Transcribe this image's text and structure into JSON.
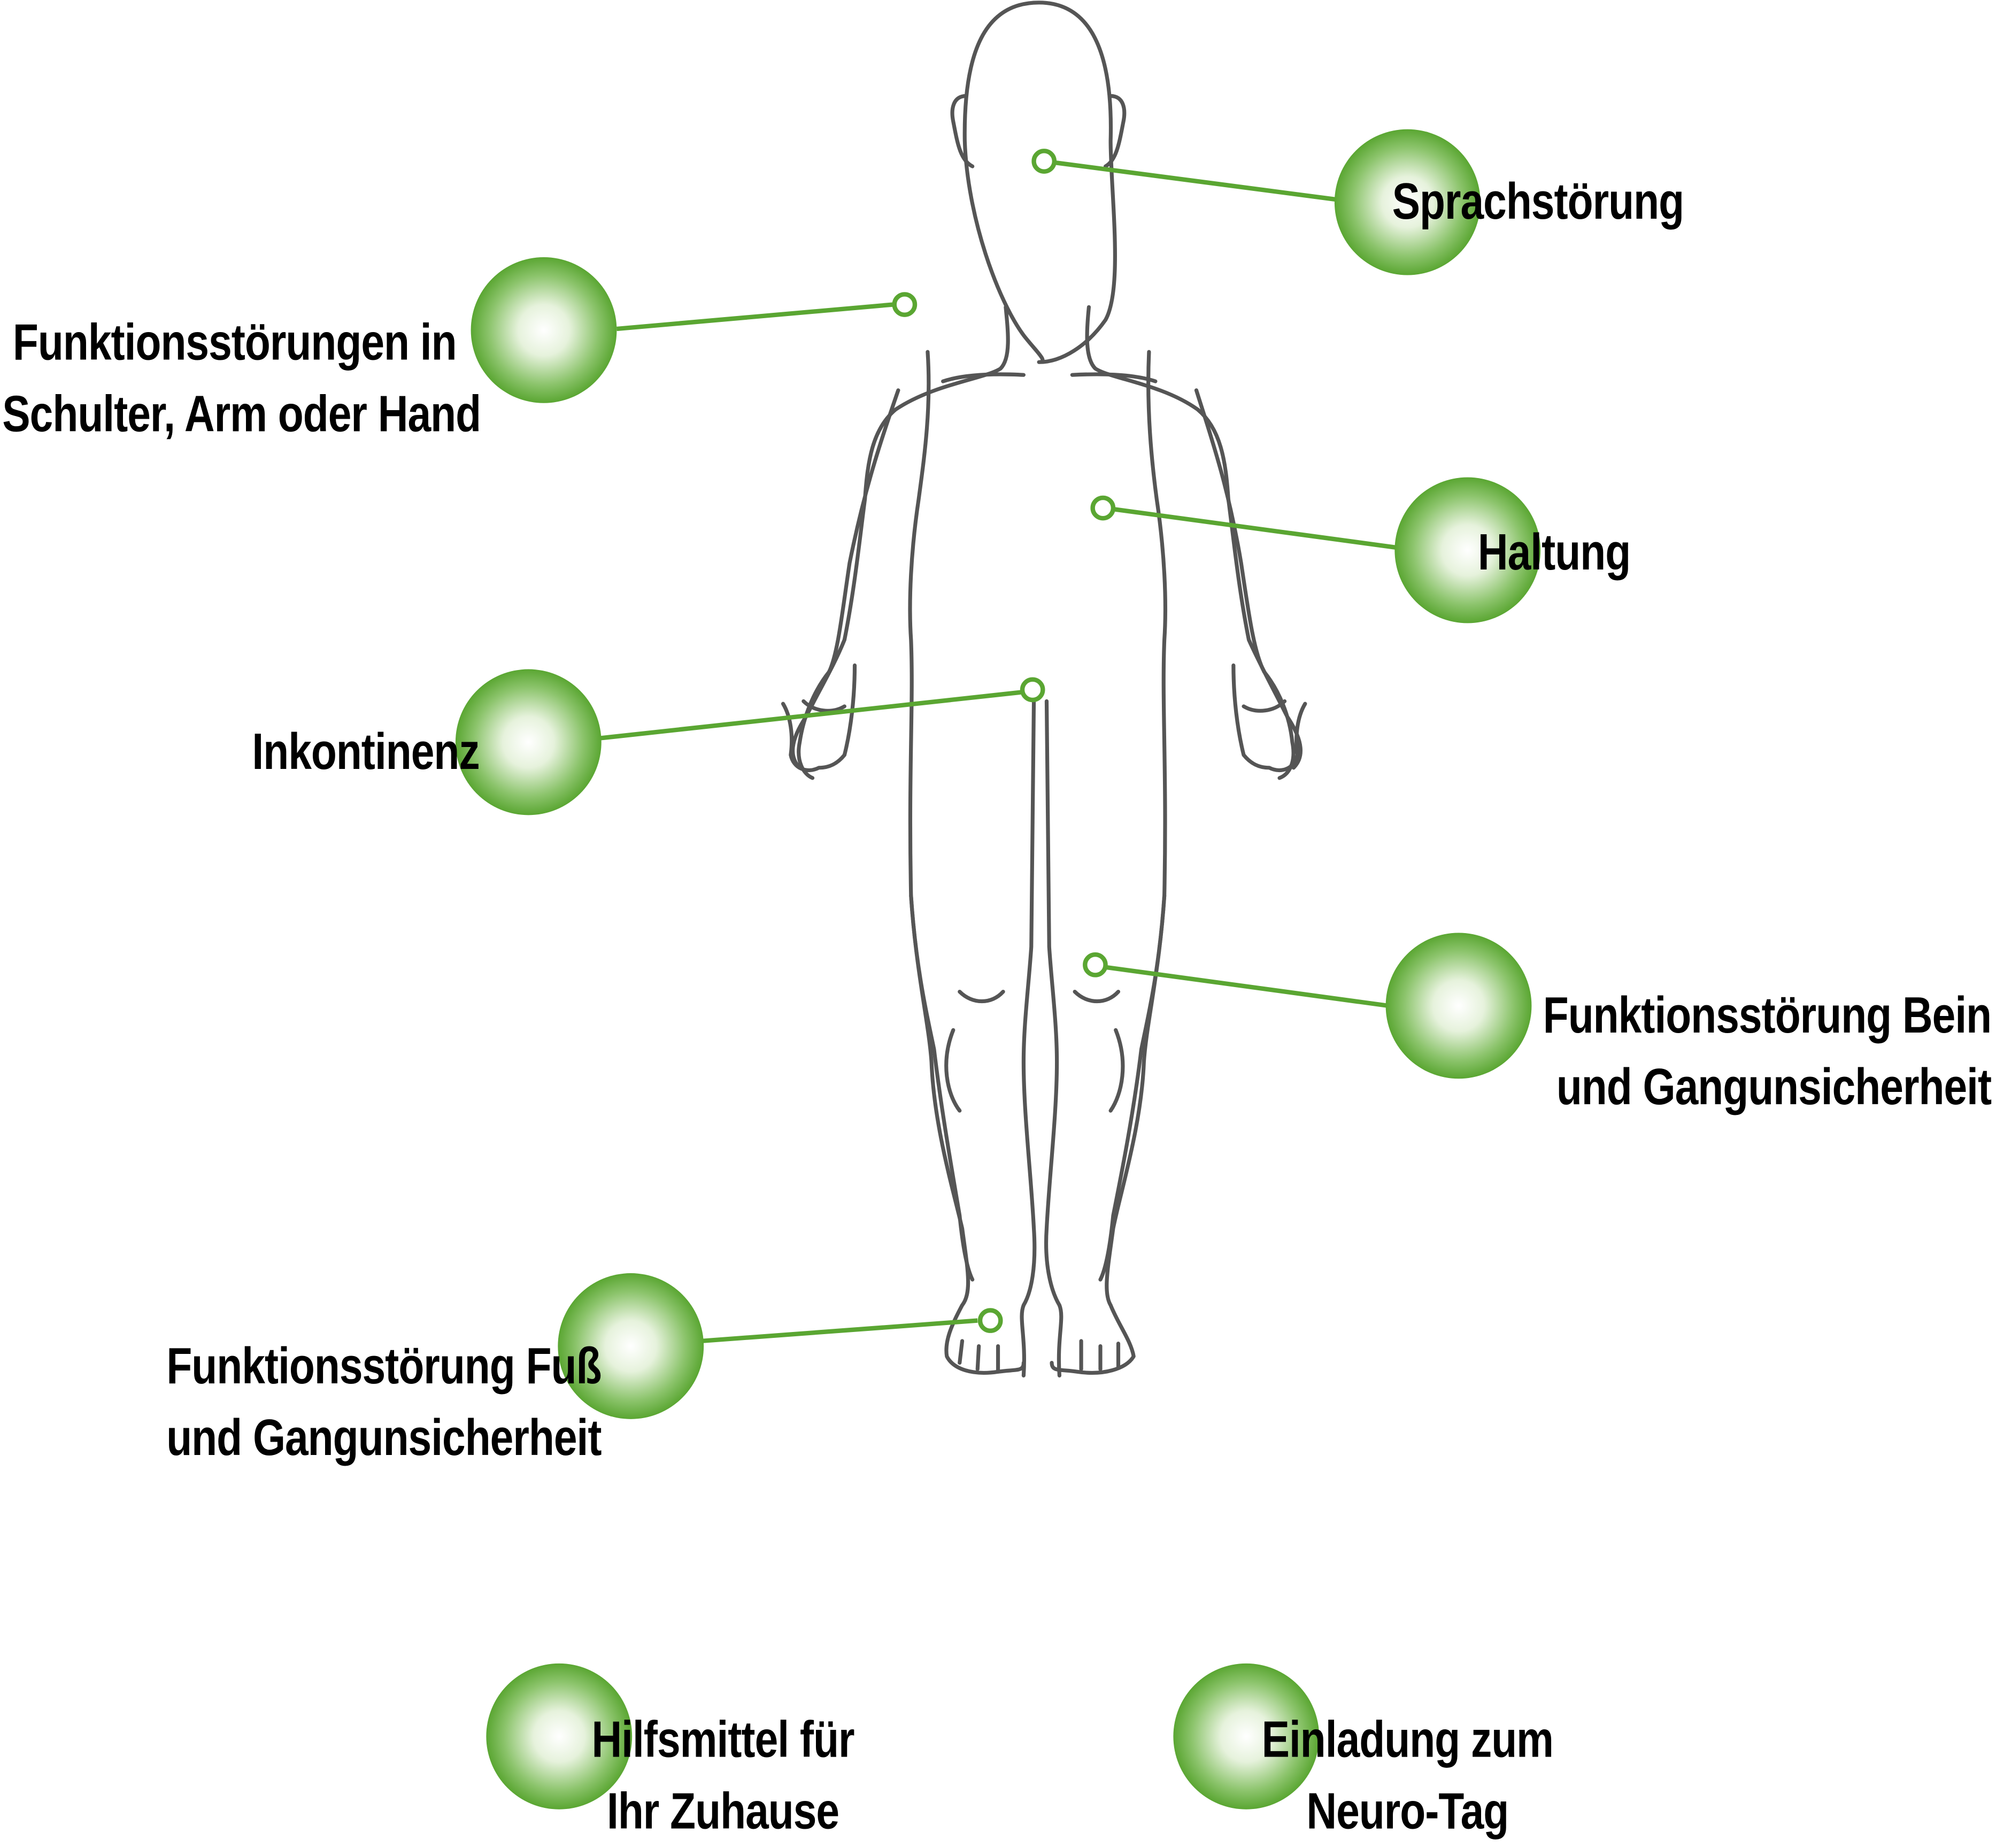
{
  "colors": {
    "accent": "#5aa632",
    "outline": "#555555",
    "text": "#000000",
    "bubble_center": "#ffffff",
    "bubble_edge": "#5aa632"
  },
  "labels": {
    "sprachstoerung": {
      "lines": [
        "Sprachstörung"
      ]
    },
    "schulter": {
      "lines": [
        "Funktionsstörungen in",
        "Schulter, Arm oder Hand"
      ]
    },
    "haltung": {
      "lines": [
        "Haltung"
      ]
    },
    "inkontinenz": {
      "lines": [
        "Inkontinenz"
      ]
    },
    "bein": {
      "lines": [
        "Funktionsstörung Bein",
        "und Gangunsicherheit"
      ]
    },
    "fuss": {
      "lines": [
        "Funktionsstörung Fuß",
        "und Gangunsicherheit"
      ]
    },
    "hilfsmittel": {
      "lines": [
        "Hilfsmittel für",
        "Ihr Zuhause"
      ]
    },
    "neurotag": {
      "lines": [
        "Einladung zum",
        "Neuro-Tag"
      ]
    }
  }
}
